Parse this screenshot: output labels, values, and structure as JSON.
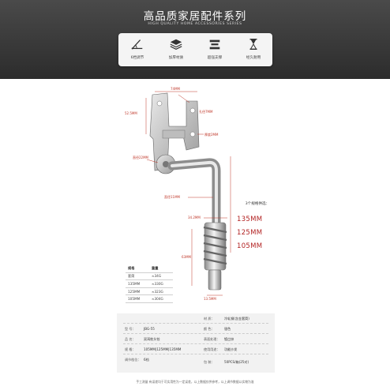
{
  "header": {
    "title": "高品质家居配件系列",
    "subtitle": "HIGH QUALITY HOME ACCESSORIES SERIES"
  },
  "features": [
    {
      "icon": "angle-icon",
      "label": "6档调节"
    },
    {
      "icon": "layers-icon",
      "label": "加厚材质"
    },
    {
      "icon": "support-icon",
      "label": "超强支撑"
    },
    {
      "icon": "hourglass-icon",
      "label": "经久耐用"
    }
  ],
  "dimensions": {
    "top_width": "74MM",
    "height": "52.5MM",
    "hole_diameter": "孔径7MM",
    "thickness": "厚度2MM",
    "disc_diameter": "直径22MM",
    "rod_diameter": "直径11MM",
    "spring_width": "34.2MM",
    "spring_height": "63MM",
    "base_width": "13.5MM"
  },
  "sizes": {
    "title": "3个规格供选：",
    "options": [
      "135MM",
      "125MM",
      "105MM"
    ]
  },
  "spec_table": {
    "headers": [
      "规格",
      "重量"
    ],
    "rows": [
      [
        "套筒",
        "≈34G"
      ],
      [
        "135MM",
        "≈330G"
      ],
      [
        "125MM",
        "≈323G"
      ],
      [
        "105MM",
        "≈304G"
      ]
    ]
  },
  "params": {
    "left": [
      {
        "label": "型    号：",
        "value": "JBG-55"
      },
      {
        "label": "品    名：",
        "value": "双耳枕头铰"
      },
      {
        "label": "规    格：",
        "value": "105MM|125MM|135MM"
      },
      {
        "label": "调节档位：",
        "value": "6档"
      }
    ],
    "right": [
      {
        "label": "材    质：",
        "value": "冷轧钢(含金套筒)"
      },
      {
        "label": "颜    色：",
        "value": "银色"
      },
      {
        "label": "表面处理：",
        "value": "镀白锌"
      },
      {
        "label": "使用用途：",
        "value": "功能沙发"
      },
      {
        "label": "包    装：",
        "value": "50PCS/箱(25对)"
      }
    ]
  },
  "footer_note": "手工测量 有误差均于可实用性为一定误差，以上数据仅供参考，以上调节数据以实物为准",
  "colors": {
    "accent_red": "#b22222",
    "banner": "#3a3a3a"
  }
}
